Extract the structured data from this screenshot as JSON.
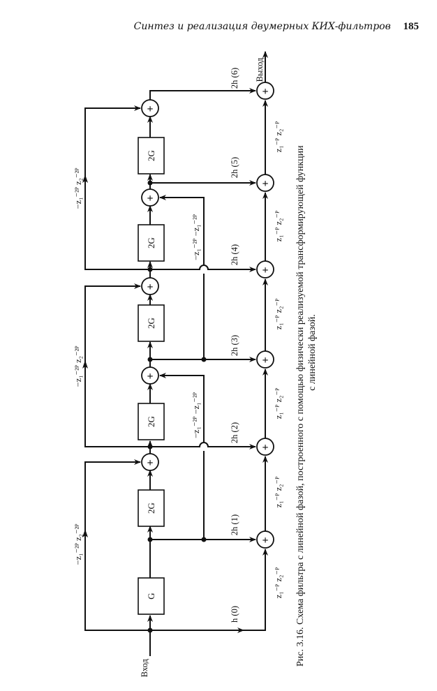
{
  "header": {
    "running_title": "Синтез и реализация двумерных КИХ-фильтров",
    "page_number": "185"
  },
  "diagram": {
    "input_label": "Вход",
    "output_label": "Выход",
    "sum_symbol": "+",
    "blocks": [
      {
        "label": "G"
      },
      {
        "label": "2G"
      },
      {
        "label": "2G"
      },
      {
        "label": "2G"
      },
      {
        "label": "2G"
      },
      {
        "label": "2G"
      }
    ],
    "taps": [
      "h (0)",
      "2h (1)",
      "2h (2)",
      "2h (3)",
      "2h (4)",
      "2h (5)",
      "2h (6)"
    ],
    "outer_delay_label": "−z₁⁻²ᴾ z₂⁻²ᴾ",
    "inner_delay_label": "−z₁⁻²ᴾ −z₁⁻²ᴾ",
    "output_delay_label": "z₁⁻ᴾ z₂⁻ᴾ"
  },
  "caption": {
    "line1": "Рис. 3.16. Схема фильтра с линейной фазой, построенного с помощью физически реализуемой трансформирующей   функции",
    "line2": "с линейной фазой."
  }
}
